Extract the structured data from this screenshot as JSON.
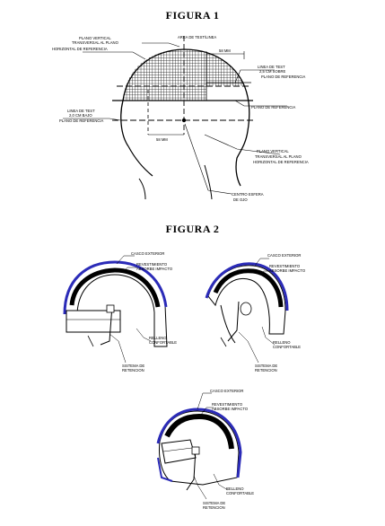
{
  "figure1": {
    "title": "FIGURA 1",
    "labels": {
      "plano_vertical_top_1": "PLANO VERTICAL",
      "plano_vertical_top_2": "TRANSVERSAL AL PLANO",
      "plano_vertical_top_3": "HORIZONTAL DE REFERENCIA",
      "area_test": "AREA DE TEST/LINEA",
      "dim_top": "58 MM",
      "linea_test_right_1": "LINEA DE TEST",
      "linea_test_right_2": "2,5 CM SOBRE",
      "linea_test_right_3": "PLANO DE REFERENCIA",
      "plano_referencia": "PLANO DE REFERENCIA",
      "linea_test_left_1": "LINEA DE TEST",
      "linea_test_left_2": "2,0 CM BAJO",
      "linea_test_left_3": "PLANO DE REFERENCIA",
      "dim_bottom": "58 MM",
      "plano_vertical_bottom_1": "PLANO VERTICAL",
      "plano_vertical_bottom_2": "TRANSVERSAL AL PLANO",
      "plano_vertical_bottom_3": "HORIZONTAL DE REFERENCIA",
      "centro_1": "CENTRO ESFERA",
      "centro_2": "DE OJO"
    }
  },
  "figure2": {
    "title": "FIGURA 2",
    "helmet_a": {
      "casco": "CASCO EXTERIOR",
      "rev_1": "REVESTIMIENTO",
      "rev_2": "ABSORBE IMPACTO",
      "relleno_1": "RELLENO",
      "relleno_2": "CONFORTABLE",
      "sistema_1": "SISTEMA DE",
      "sistema_2": "RETENCION"
    },
    "helmet_b": {
      "casco": "CASCO EXTERIOR",
      "rev_1": "REVESTIMIENTO",
      "rev_2": "ABSORBE IMPACTO",
      "relleno_1": "RELLENO",
      "relleno_2": "CONFORTABLE",
      "sistema_1": "SISTEMA DE",
      "sistema_2": "RETENCION"
    },
    "helmet_c": {
      "casco": "CASCO EXTERIOR",
      "rev_1": "REVESTIMIENTO",
      "rev_2": "ABSORBE IMPACTO",
      "relleno_1": "RELLENO",
      "relleno_2": "CONFORTABLE",
      "sistema_1": "SISTEMA DE",
      "sistema_2": "RETENCION"
    }
  },
  "colors": {
    "line": "#000000",
    "shell_blue": "#2b2bb8",
    "grid": "#000000"
  }
}
